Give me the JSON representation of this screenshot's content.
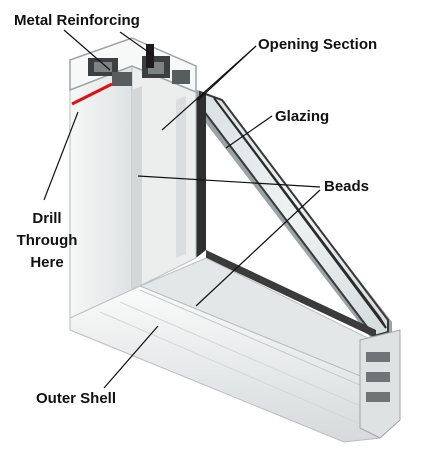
{
  "labels": {
    "metal_reinforcing": "Metal Reinforcing",
    "opening_section": "Opening Section",
    "glazing": "Glazing",
    "beads": "Beads",
    "drill_through_here": "Drill Through Here",
    "outer_shell": "Outer Shell"
  },
  "colors": {
    "frame_white": "#f2f4f4",
    "frame_shadow": "#c9cdcf",
    "glass": "#e3eaec",
    "glass_edge": "#2b2b2b",
    "drill_line": "#e01010",
    "leader_line": "#111111"
  }
}
